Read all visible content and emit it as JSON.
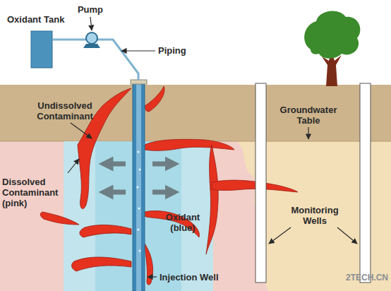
{
  "diagram": {
    "labels": [
      "Oxidant Tank",
      "Pump",
      "Piping",
      "Undissolved Contaminant",
      "Dissolved Contaminant (pink)",
      "Groundwater Table",
      "Oxidant (blue)",
      "Monitoring Wells",
      "Injection Well",
      "2TECH.CN"
    ]
  }
}
